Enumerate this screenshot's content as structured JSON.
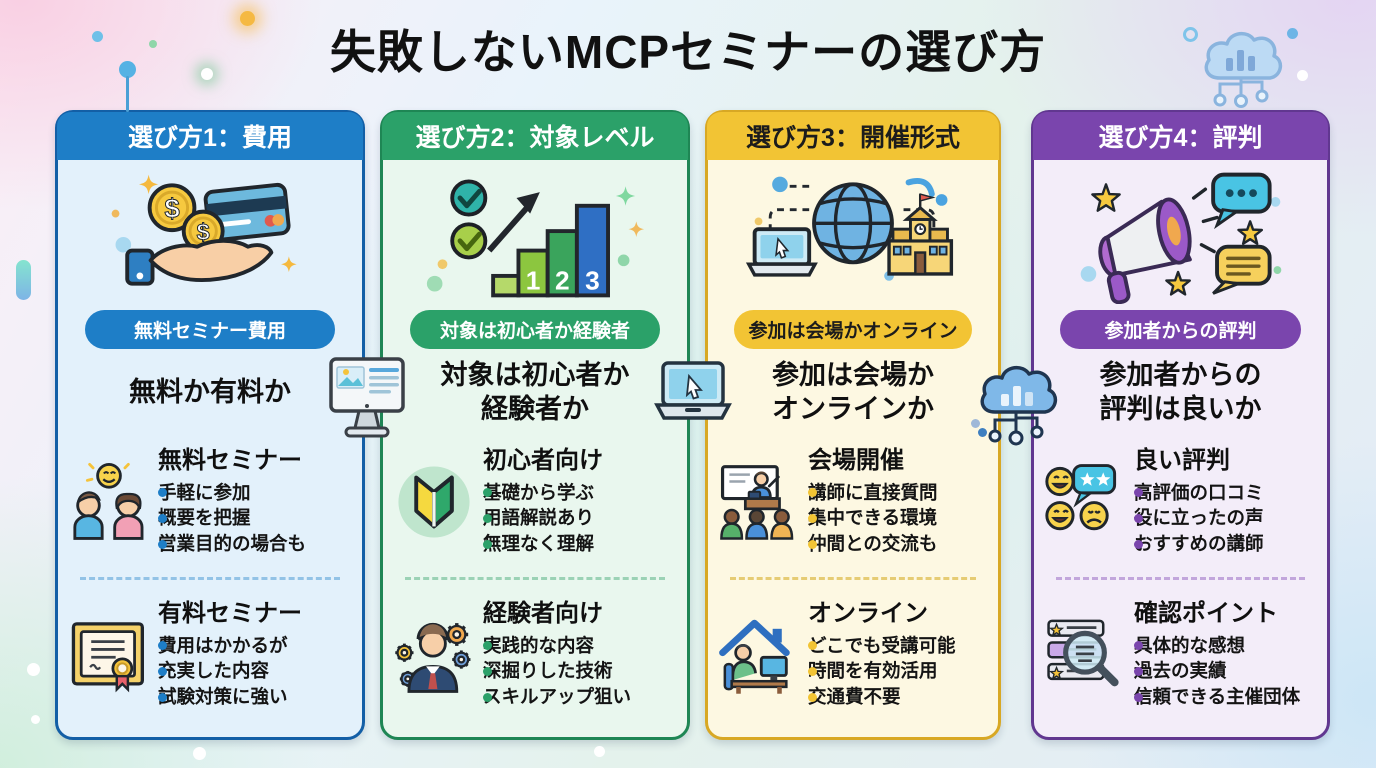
{
  "title": "失敗しないMCPセミナーの選び方",
  "columns": [
    {
      "header": "選び方1：費用",
      "illustration": "money-hand",
      "badge": "無料セミナー費用",
      "question_line1": "無料か有料か",
      "question_line2": "",
      "colors": {
        "accent": "#1e7ec7",
        "border": "#135fa6",
        "body": "#e3f1fb",
        "header_text": "#ffffff",
        "badge_text": "#ffffff",
        "dash": "#93c3e6"
      },
      "sections": [
        {
          "heading": "無料セミナー",
          "icon": "people-smiley",
          "bullets": [
            "手軽に参加",
            "概要を把握",
            "営業目的の場合も"
          ]
        },
        {
          "heading": "有料セミナー",
          "icon": "certificate",
          "bullets": [
            "費用はかかるが",
            "充実した内容",
            "試験対策に強い"
          ]
        }
      ]
    },
    {
      "header": "選び方2：対象レベル",
      "illustration": "level-steps",
      "badge": "対象は初心者か経験者",
      "question_line1": "対象は初心者か",
      "question_line2": "経験者か",
      "colors": {
        "accent": "#2ba169",
        "border": "#1e8654",
        "body": "#e9f7ee",
        "header_text": "#ffffff",
        "badge_text": "#ffffff",
        "dash": "#9bd2b5"
      },
      "sections": [
        {
          "heading": "初心者向け",
          "icon": "beginner-mark",
          "bullets": [
            "基礎から学ぶ",
            "用語解説あり",
            "無理なく理解"
          ]
        },
        {
          "heading": "経験者向け",
          "icon": "engineer-gears",
          "bullets": [
            "実践的な内容",
            "深掘りした技術",
            "スキルアップ狙い"
          ]
        }
      ]
    },
    {
      "header": "選び方3：開催形式",
      "illustration": "globe-network",
      "badge": "参加は会場かオンライン",
      "question_line1": "参加は会場か",
      "question_line2": "オンラインか",
      "colors": {
        "accent": "#f2c434",
        "border": "#d8a824",
        "body": "#fdf8e2",
        "header_text": "#1c1c1c",
        "badge_text": "#1c1c1c",
        "dash": "#e6cc74"
      },
      "sections": [
        {
          "heading": "会場開催",
          "icon": "classroom",
          "bullets": [
            "講師に直接質問",
            "集中できる環境",
            "仲間との交流も"
          ]
        },
        {
          "heading": "オンライン",
          "icon": "home-online",
          "bullets": [
            "どこでも受講可能",
            "時間を有効活用",
            "交通費不要"
          ]
        }
      ]
    },
    {
      "header": "選び方4：評判",
      "illustration": "megaphone-reviews",
      "badge": "参加者からの評判",
      "question_line1": "参加者からの",
      "question_line2": "評判は良いか",
      "colors": {
        "accent": "#7a45ad",
        "border": "#613790",
        "body": "#f3edf9",
        "header_text": "#ffffff",
        "badge_text": "#ffffff",
        "dash": "#c2a6dc"
      },
      "sections": [
        {
          "heading": "良い評判",
          "icon": "feedback-emojis",
          "bullets": [
            "高評価の口コミ",
            "役に立ったの声",
            "おすすめの講師"
          ]
        },
        {
          "heading": "確認ポイント",
          "icon": "review-magnifier",
          "bullets": [
            "具体的な感想",
            "過去の実績",
            "信頼できる主催団体"
          ]
        }
      ]
    }
  ],
  "decorations": [
    "monitor-icon",
    "laptop-cursor-icon",
    "cloud-chart-network-icon",
    "cloud-chart-network-light-icon",
    "sparkles",
    "color-dots"
  ]
}
